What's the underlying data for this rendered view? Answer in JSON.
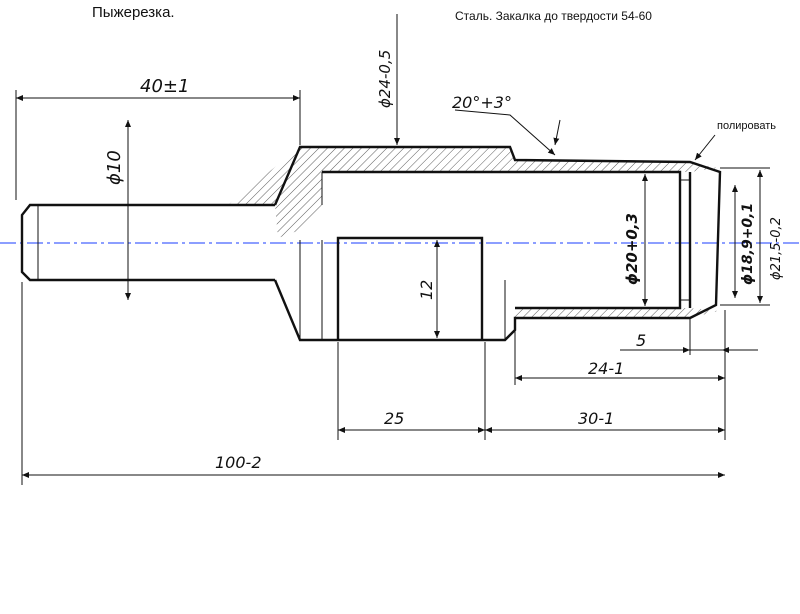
{
  "header": {
    "title": "Пыжерезка.",
    "material_note": "Сталь. Закалка до твердости 54-60"
  },
  "annotations": {
    "polish": "полировать"
  },
  "dimensions": {
    "shank_length": "40±1",
    "shank_diameter": "ϕ10",
    "outer_diameter": "ϕ24-0,5",
    "taper_angle": "20°+3°",
    "slot_width": "12",
    "bore_diameter": "ϕ20+0,3",
    "inner_diameter": "ϕ18,9+0,1",
    "tip_diameter": "ϕ21,5-0,2",
    "chamfer": "5",
    "bore_depth": "24-1",
    "slot_length": "25",
    "front_length": "30-1",
    "total_length": "100-2"
  },
  "colors": {
    "line": "#111111",
    "hatch": "#222222",
    "axis": "#1a3cff"
  }
}
